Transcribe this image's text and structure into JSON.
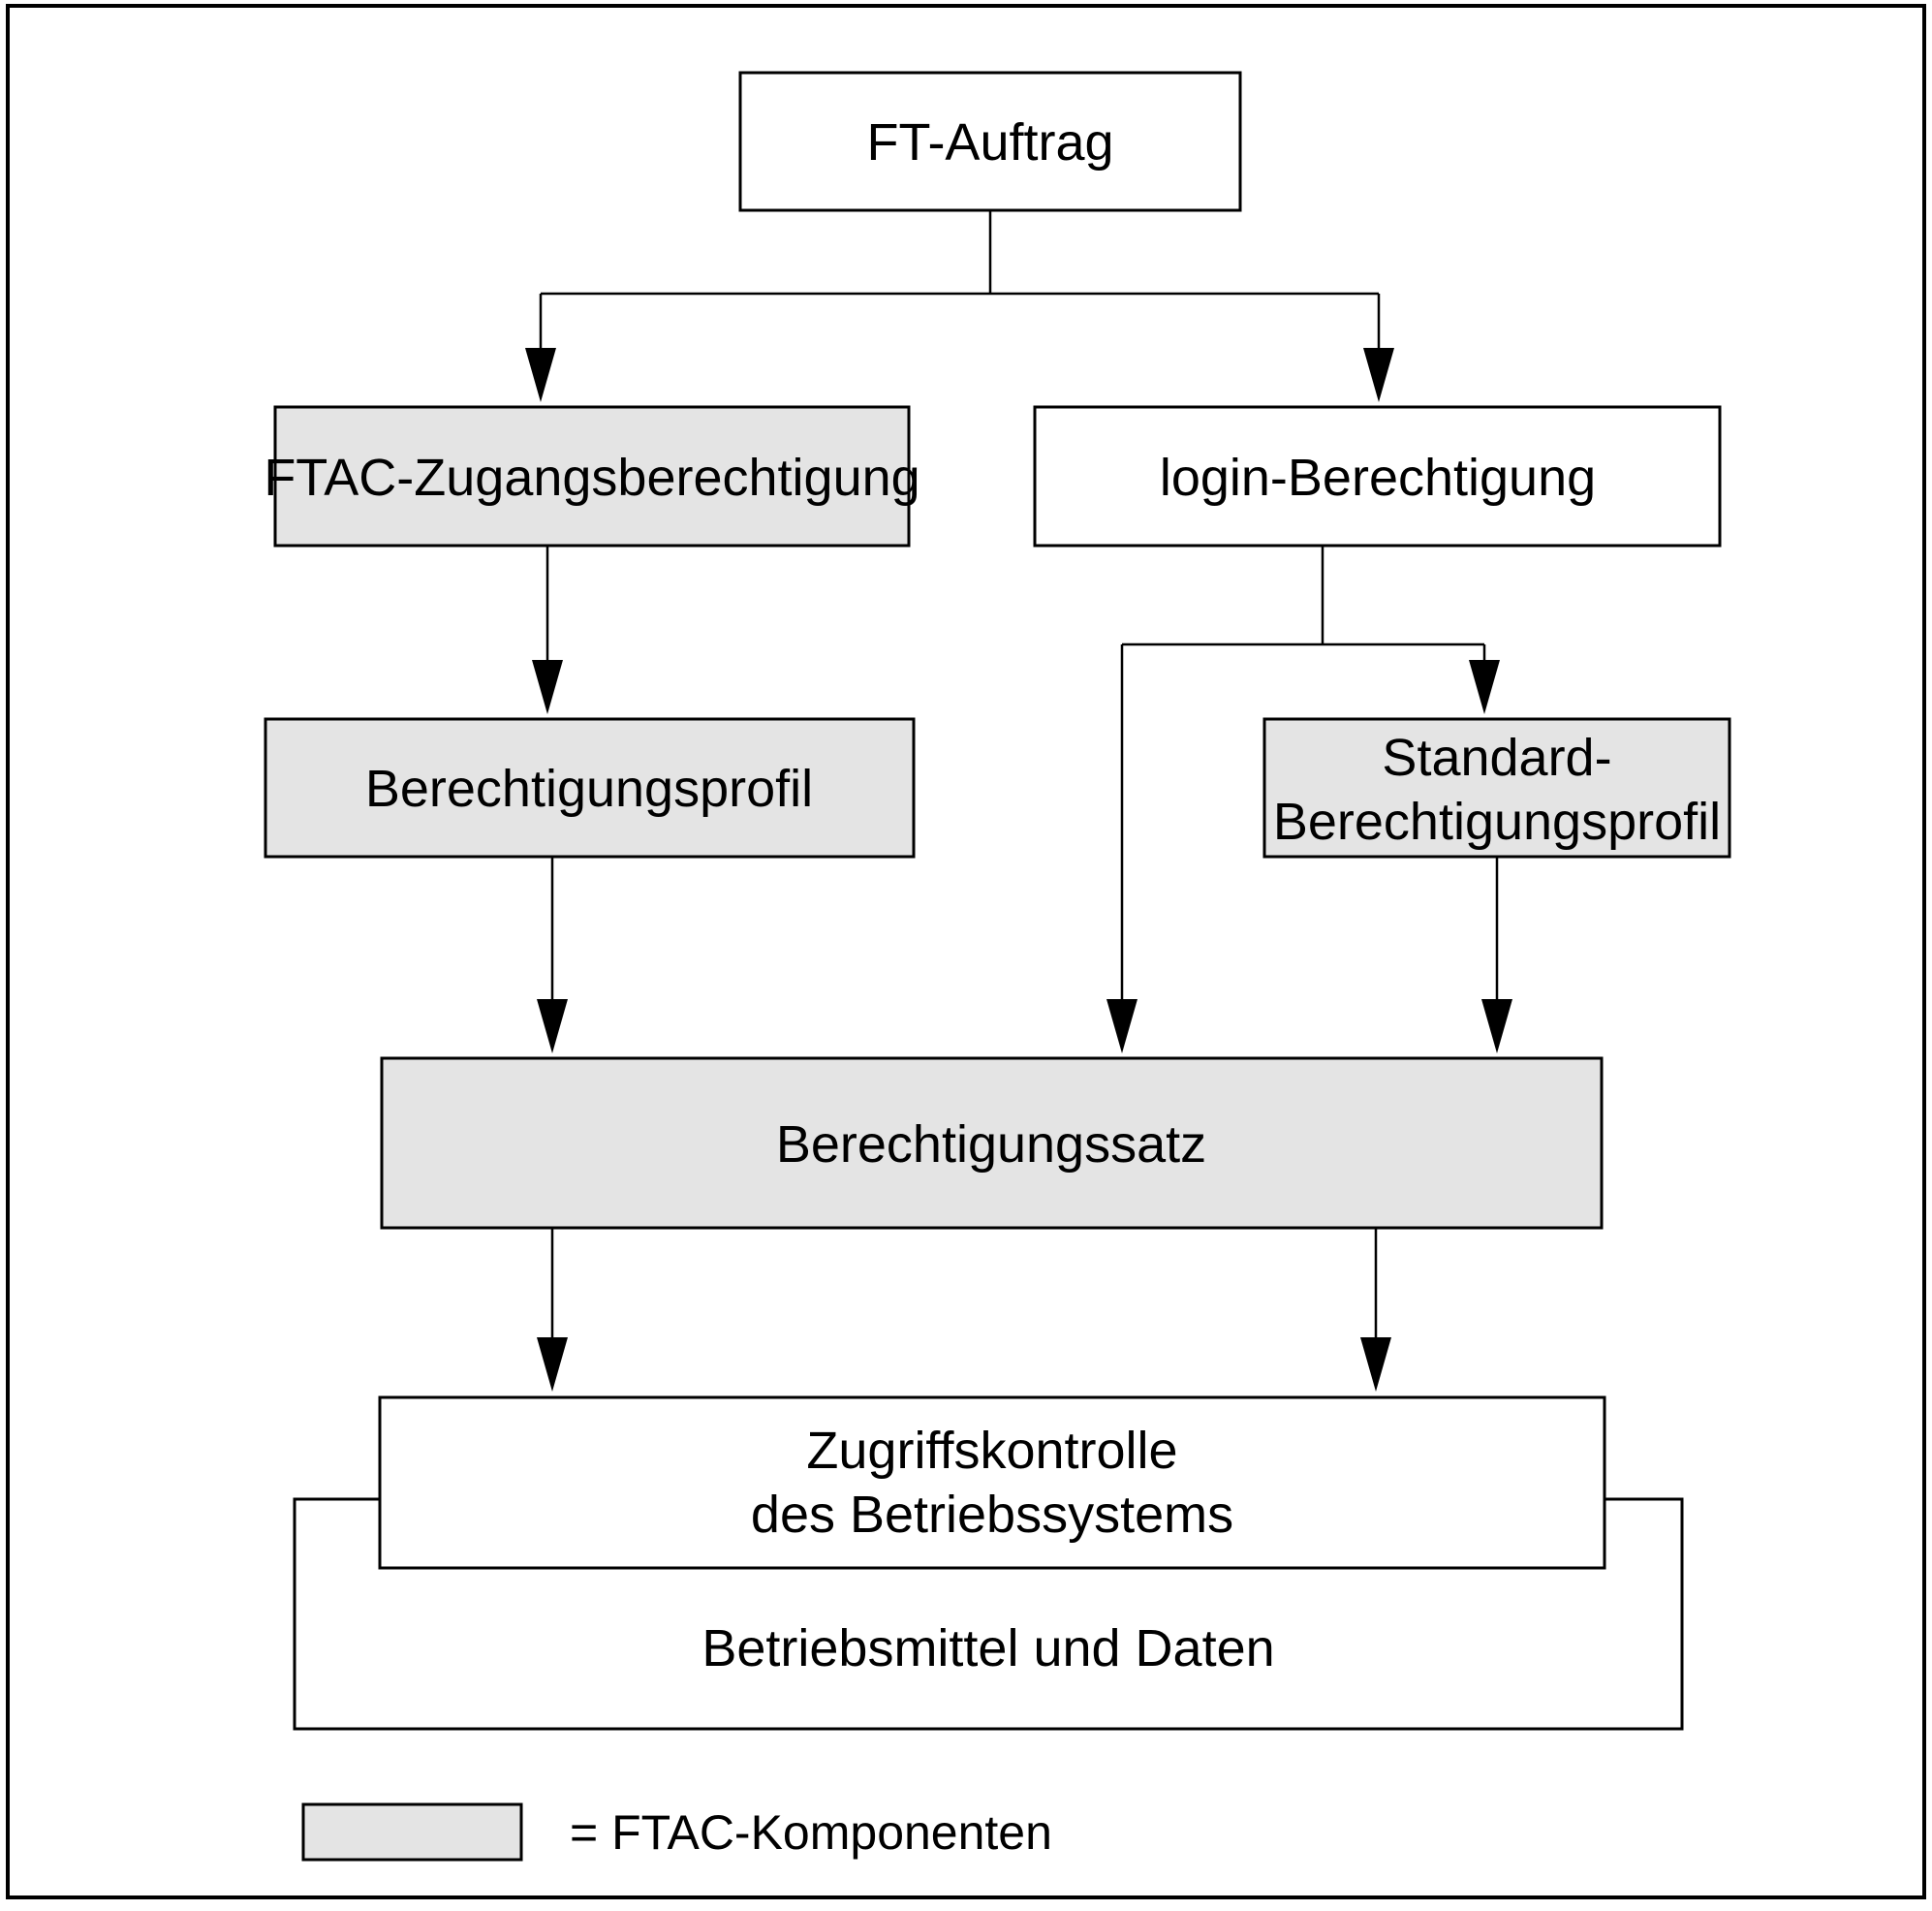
{
  "colors": {
    "ftac_fill": "#e4e4e4",
    "plain_fill": "#ffffff",
    "line": "#000000",
    "text": "#000000",
    "background": "#ffffff"
  },
  "diagram": {
    "nodes": {
      "ft_auftrag": {
        "label": "FT-Auftrag",
        "ftac_component": false
      },
      "ftac_zugangsberechtigung": {
        "label": "FTAC-Zugangsberechtigung",
        "ftac_component": true
      },
      "login_berechtigung": {
        "label": "login-Berechtigung",
        "ftac_component": false
      },
      "berechtigungsprofil": {
        "label": "Berechtigungsprofil",
        "ftac_component": true
      },
      "standard_berechtigungsprofil": {
        "line1": "Standard-",
        "line2": "Berechtigungsprofil",
        "ftac_component": true
      },
      "berechtigungssatz": {
        "label": "Berechtigungssatz",
        "ftac_component": true
      },
      "zugriffskontrolle": {
        "line1": "Zugriffskontrolle",
        "line2": "des Betriebssystems",
        "ftac_component": false
      },
      "betriebsmittel_und_daten": {
        "label": "Betriebsmittel und Daten",
        "ftac_component": false
      }
    },
    "legend": {
      "label": "= FTAC-Komponenten"
    }
  }
}
